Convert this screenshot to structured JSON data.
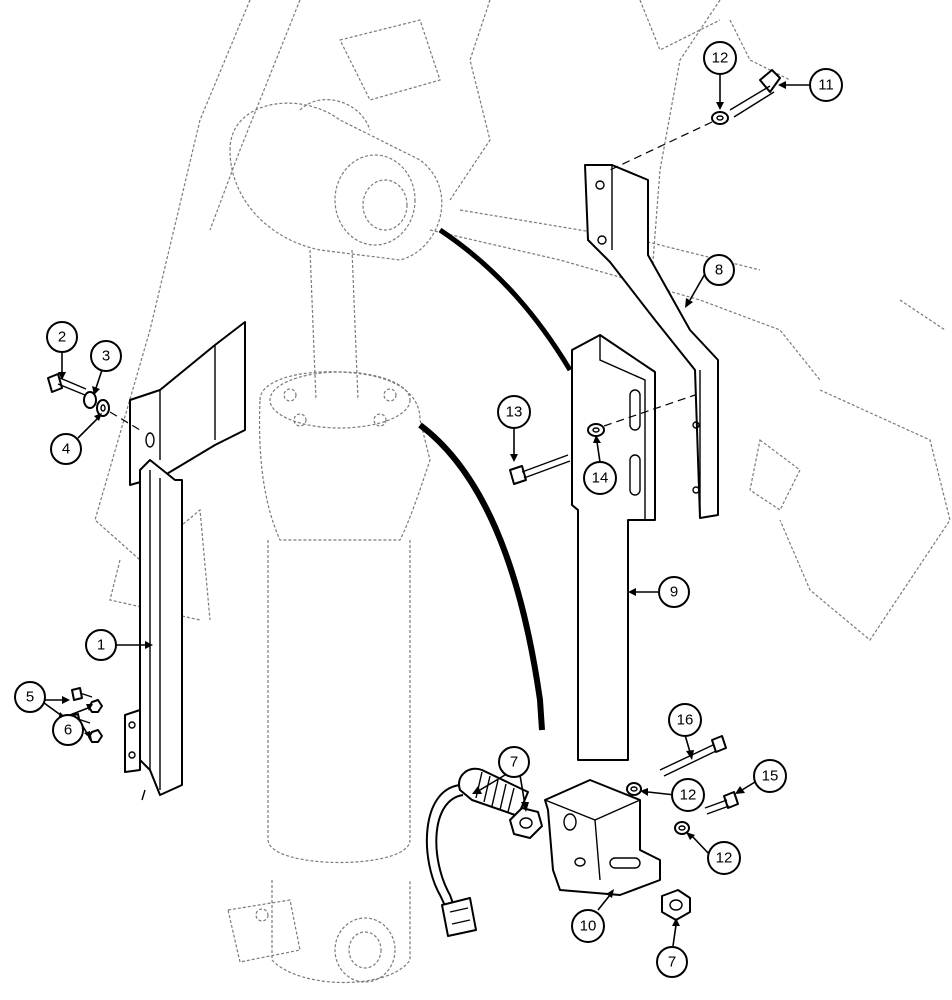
{
  "callouts": [
    {
      "id": "c1",
      "label": "1"
    },
    {
      "id": "c2",
      "label": "2"
    },
    {
      "id": "c3",
      "label": "3"
    },
    {
      "id": "c4",
      "label": "4"
    },
    {
      "id": "c5",
      "label": "5"
    },
    {
      "id": "c6",
      "label": "6"
    },
    {
      "id": "c7a",
      "label": "7"
    },
    {
      "id": "c7b",
      "label": "7"
    },
    {
      "id": "c8",
      "label": "8"
    },
    {
      "id": "c9",
      "label": "9"
    },
    {
      "id": "c10",
      "label": "10"
    },
    {
      "id": "c11",
      "label": "11"
    },
    {
      "id": "c12a",
      "label": "12"
    },
    {
      "id": "c12b",
      "label": "12"
    },
    {
      "id": "c12c",
      "label": "12"
    },
    {
      "id": "c13",
      "label": "13"
    },
    {
      "id": "c14",
      "label": "14"
    },
    {
      "id": "c15",
      "label": "15"
    },
    {
      "id": "c16",
      "label": "16"
    }
  ]
}
